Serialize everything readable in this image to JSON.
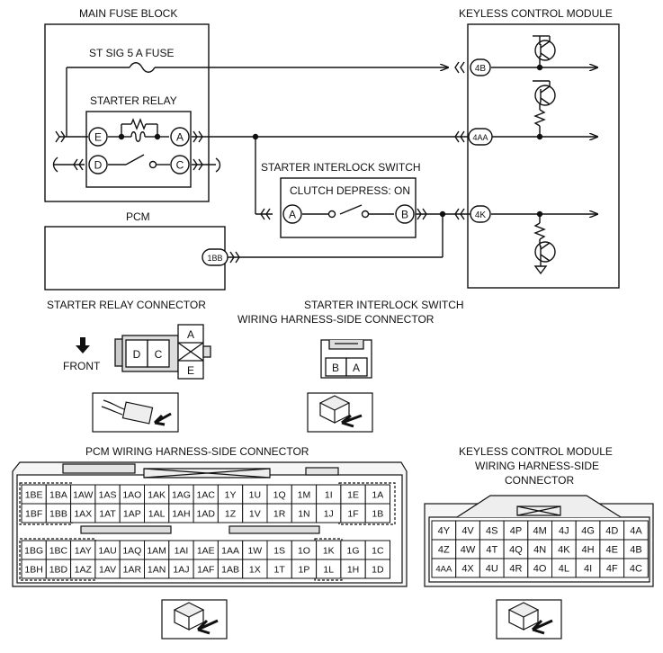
{
  "titles": {
    "main_fuse_block": "MAIN FUSE BLOCK",
    "keyless_control_module": "KEYLESS CONTROL MODULE",
    "st_sig_fuse": "ST SIG 5 A FUSE",
    "starter_relay": "STARTER RELAY",
    "starter_interlock_switch": "STARTER INTERLOCK SWITCH",
    "clutch_depress": "CLUTCH DEPRESS: ON",
    "pcm": "PCM",
    "starter_relay_connector": "STARTER RELAY CONNECTOR",
    "sis_connector_line1": "STARTER INTERLOCK SWITCH",
    "sis_connector_line2": "WIRING HARNESS-SIDE CONNECTOR",
    "front": "FRONT",
    "pcm_connector": "PCM WIRING HARNESS-SIDE CONNECTOR",
    "kcm_connector_line1": "KEYLESS CONTROL MODULE",
    "kcm_connector_line2": "WIRING HARNESS-SIDE",
    "kcm_connector_line3": "CONNECTOR"
  },
  "terminals": {
    "relay_e": "E",
    "relay_a": "A",
    "relay_d": "D",
    "relay_c": "C",
    "switch_a": "A",
    "switch_b": "B",
    "kcm_4b": "4B",
    "kcm_4aa": "4AA",
    "kcm_4k": "4K",
    "pcm_1bb": "1BB"
  },
  "relay_connector_pins": {
    "top_right": "A",
    "bottom_right": "E",
    "d": "D",
    "c": "C"
  },
  "switch_connector_pins": [
    "B",
    "A"
  ],
  "pcm_connector": {
    "top_rows": [
      [
        "1BE",
        "1BA",
        "1AW",
        "1AS",
        "1AO",
        "1AK",
        "1AG",
        "1AC",
        "1Y",
        "1U",
        "1Q",
        "1M",
        "1I",
        "1E",
        "1A"
      ],
      [
        "1BF",
        "1BB",
        "1AX",
        "1AT",
        "1AP",
        "1AL",
        "1AH",
        "1AD",
        "1Z",
        "1V",
        "1R",
        "1N",
        "1J",
        "1F",
        "1B"
      ]
    ],
    "bottom_rows": [
      [
        "1BG",
        "1BC",
        "1AY",
        "1AU",
        "1AQ",
        "1AM",
        "1AI",
        "1AE",
        "1AA",
        "1W",
        "1S",
        "1O",
        "1K",
        "1G",
        "1C"
      ],
      [
        "1BH",
        "1BD",
        "1AZ",
        "1AV",
        "1AR",
        "1AN",
        "1AJ",
        "1AF",
        "1AB",
        "1X",
        "1T",
        "1P",
        "1L",
        "1H",
        "1D"
      ]
    ]
  },
  "kcm_connector": {
    "rows": [
      [
        "4Y",
        "4V",
        "4S",
        "4P",
        "4M",
        "4J",
        "4G",
        "4D",
        "4A"
      ],
      [
        "4Z",
        "4W",
        "4T",
        "4Q",
        "4N",
        "4K",
        "4H",
        "4E",
        "4B"
      ],
      [
        "4AA",
        "4X",
        "4U",
        "4R",
        "4O",
        "4L",
        "4I",
        "4F",
        "4C"
      ]
    ]
  }
}
